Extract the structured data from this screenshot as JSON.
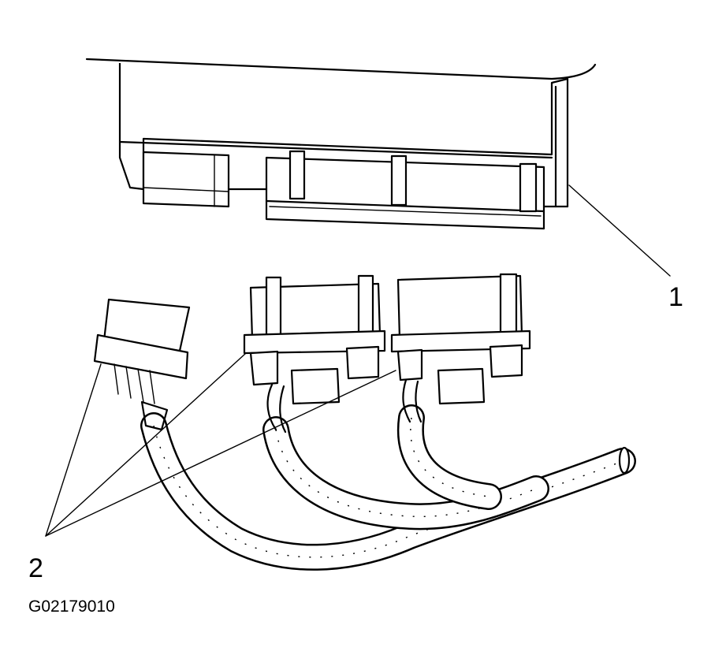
{
  "diagram": {
    "callouts": {
      "module": "1",
      "connectors": "2"
    },
    "figure_code": "G02179010"
  },
  "colors": {
    "line": "#000000",
    "background": "#ffffff"
  }
}
